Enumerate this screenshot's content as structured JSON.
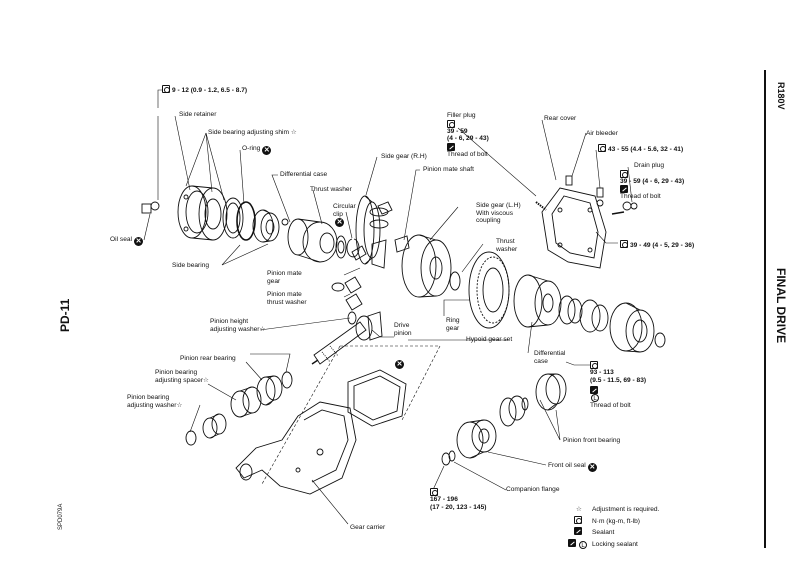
{
  "page": {
    "section_code": "R180V",
    "section_title": "FINAL DRIVE",
    "page_number": "PD-11",
    "figure_id": "SPD079A"
  },
  "torque_specs": {
    "side_retainer_bolt": "9 - 12 (0.9 - 1.2, 6.5 - 8.7)",
    "filler_plug_1": "39 - 59",
    "filler_plug_2": "(4 - 6, 29 - 43)",
    "cover_bolt": "43 - 55 (4.4 - 5.6, 32 - 41)",
    "drain_plug": "39 - 59 (4 - 6, 29 - 43)",
    "cover_lower_bolt": "39 - 49 (4 - 5, 29 - 36)",
    "hypoid_bolt_1": "93 - 113",
    "hypoid_bolt_2": "(9.5 - 11.5, 69 - 83)",
    "companion_nut_1": "167 - 196",
    "companion_nut_2": "(17 - 20, 123 - 145)"
  },
  "labels": {
    "side_retainer": "Side retainer",
    "side_bearing_shim": "Side bearing adjusting shim ☆",
    "o_ring": "O-ring",
    "oil_seal": "Oil seal",
    "side_bearing": "Side bearing",
    "differential_case": "Differential case",
    "thrust_washer": "Thrust washer",
    "circular_clip_1": "Circular",
    "circular_clip_2": "clip",
    "side_gear_rh": "Side gear (R.H)",
    "pinion_mate_shaft": "Pinion mate shaft",
    "filler_plug": "Filler plug",
    "thread_of_bolt": "Thread of bolt",
    "rear_cover": "Rear cover",
    "air_bleeder": "Air bleeder",
    "drain_plug": "Drain plug",
    "side_gear_lh_1": "Side gear (L.H)",
    "side_gear_lh_2": "With viscous",
    "side_gear_lh_3": "coupling",
    "thrust_washer2_1": "Thrust",
    "thrust_washer2_2": "washer",
    "pinion_mate_gear_1": "Pinion mate",
    "pinion_mate_gear_2": "gear",
    "pinion_mate_thrust_1": "Pinion mate",
    "pinion_mate_thrust_2": "thrust washer",
    "pinion_height_shim_1": "Pinion height",
    "pinion_height_shim_2": "adjusting washer☆",
    "drive_pinion_1": "Drive",
    "drive_pinion_2": "pinion",
    "ring_gear_1": "Ring",
    "ring_gear_2": "gear",
    "hypoid_gear_set": "Hypoid gear set",
    "pinion_rear_bearing": "Pinion rear bearing",
    "pinion_spacer_1": "Pinion bearing",
    "pinion_spacer_2": "adjusting spacer☆",
    "pinion_washer_1": "Pinion bearing",
    "pinion_washer_2": "adjusting washer☆",
    "differential_case2_1": "Differential",
    "differential_case2_2": "case",
    "thread_of_bolt2": "Thread of bolt",
    "pinion_front_bearing": "Pinion front bearing",
    "front_oil_seal": "Front oil seal",
    "companion_flange": "Companion flange",
    "gear_carrier": "Gear carrier"
  },
  "legend": [
    {
      "symbol": "☆",
      "text": "Adjustment is required."
    },
    {
      "symbol": "nm-icon",
      "text": "N·m (kg-m, ft-lb)"
    },
    {
      "symbol": "sealant-icon",
      "text": "Sealant"
    },
    {
      "symbol": "locking-sealant-icon",
      "text": "Locking sealant"
    }
  ]
}
